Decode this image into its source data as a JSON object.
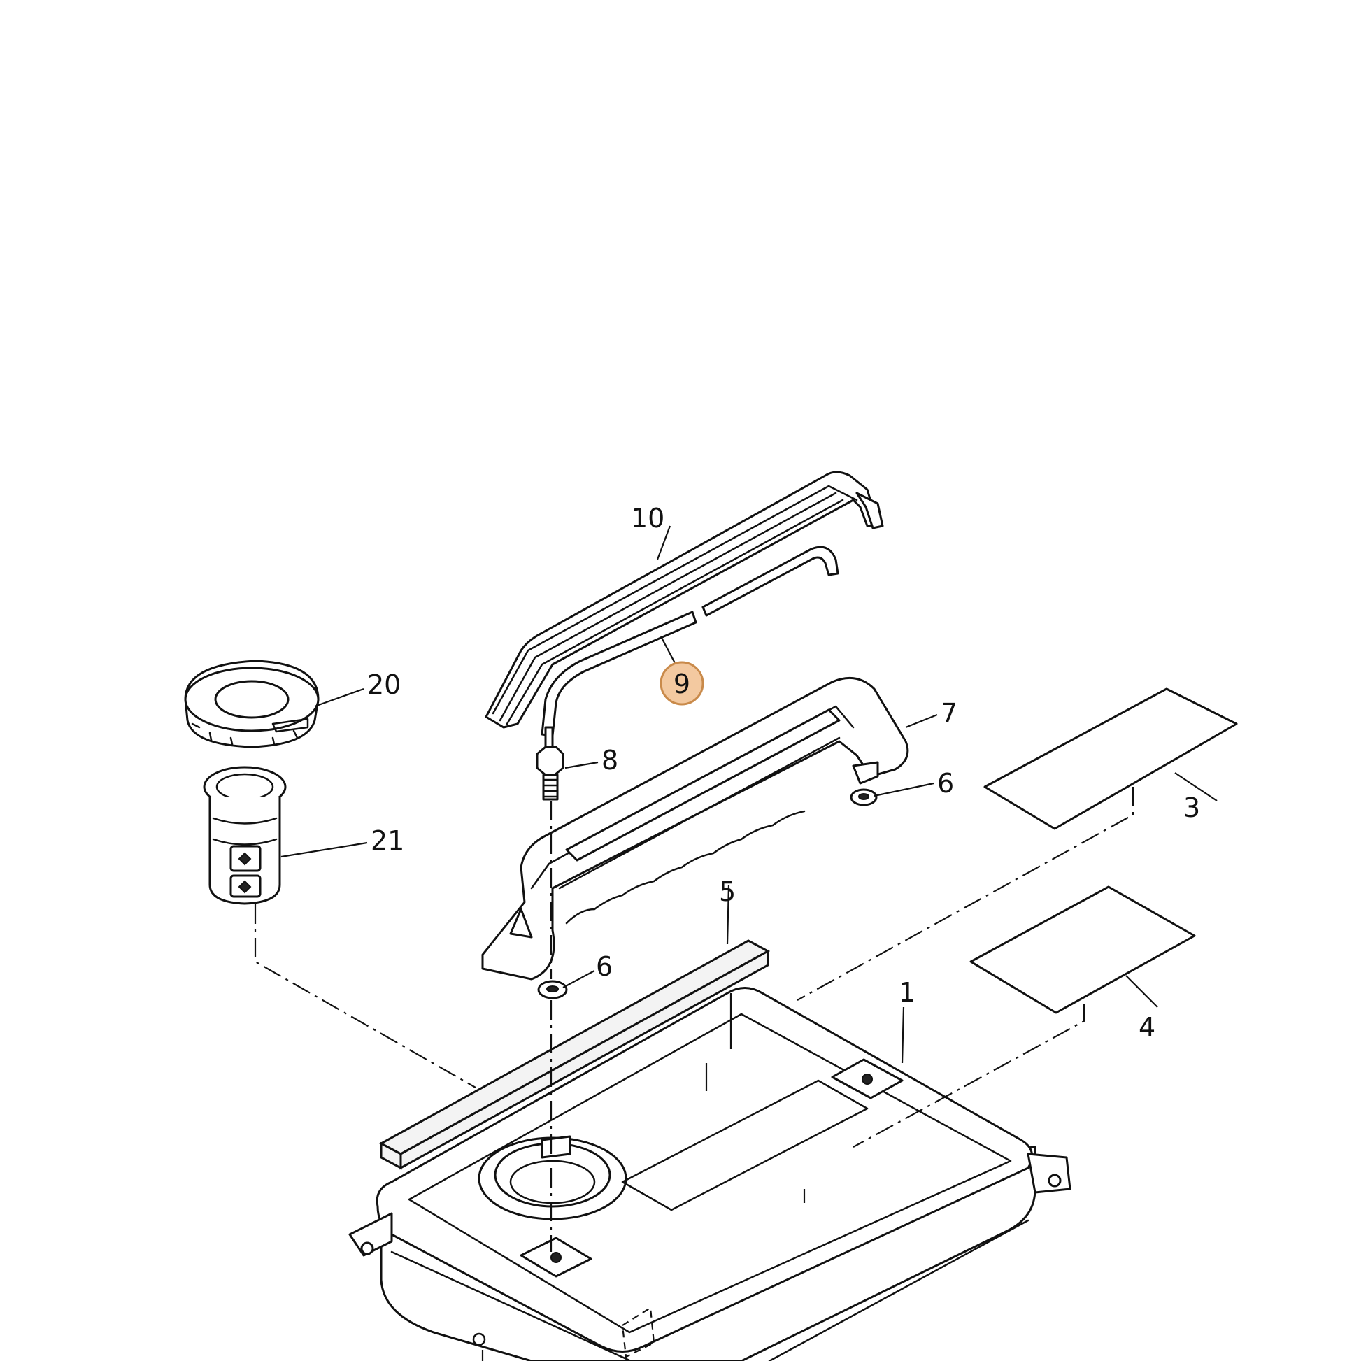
{
  "diagram": {
    "callouts": [
      {
        "id": "1",
        "label": "1"
      },
      {
        "id": "3",
        "label": "3"
      },
      {
        "id": "4",
        "label": "4"
      },
      {
        "id": "5",
        "label": "5"
      },
      {
        "id": "6a",
        "label": "6"
      },
      {
        "id": "6b",
        "label": "6"
      },
      {
        "id": "7",
        "label": "7"
      },
      {
        "id": "8",
        "label": "8"
      },
      {
        "id": "9",
        "label": "9",
        "highlighted": true
      },
      {
        "id": "10",
        "label": "10"
      },
      {
        "id": "20",
        "label": "20"
      },
      {
        "id": "21",
        "label": "21"
      }
    ],
    "highlight_color": "#f3c9a0",
    "highlight_stroke": "#c98a4a"
  }
}
